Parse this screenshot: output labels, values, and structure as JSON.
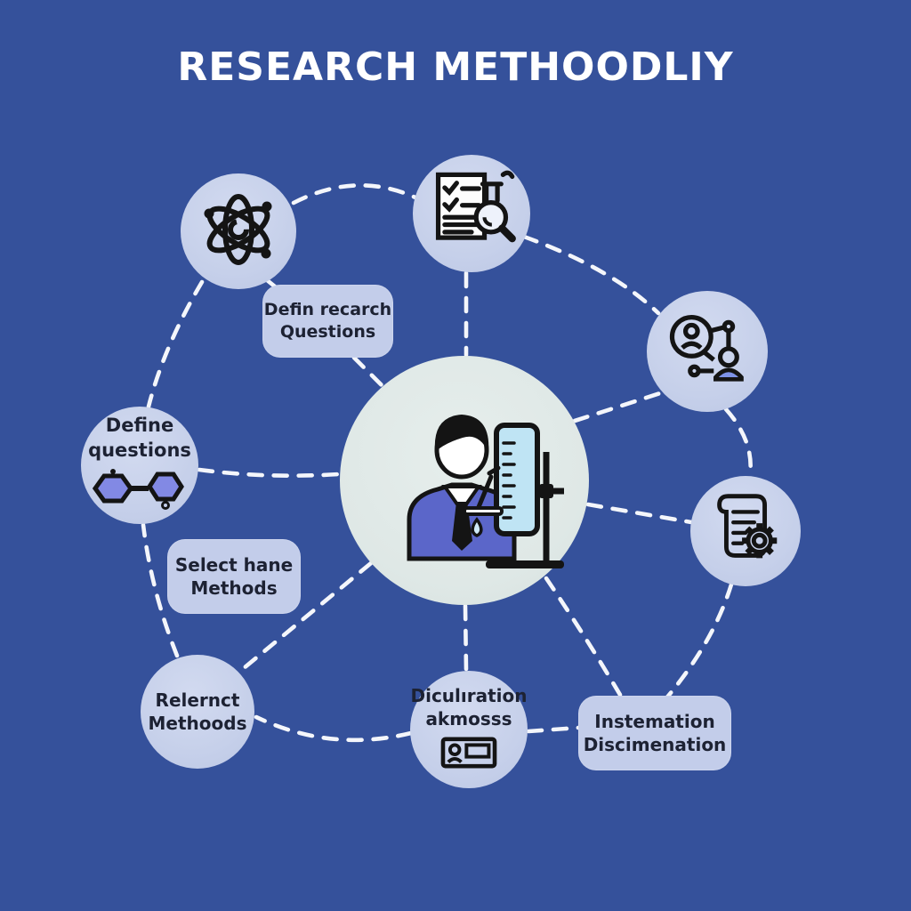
{
  "title": "RESEARCH METHOODLIY",
  "colors": {
    "background": "#35519b",
    "node_fill": "#c6d0ea",
    "hub_fill": "#dfe8e6",
    "label_fill": "#c3cdea",
    "text_dark": "#1d2233",
    "title_color": "#ffffff",
    "dashed_line": "#f4f6fb",
    "hexagon_fill": "#8289e4",
    "person_body_blue": "#7e93e8",
    "sweater_blue": "#5b66c9",
    "cylinder_blue": "#bfe4f4",
    "icon_stroke": "#141414"
  },
  "hub": {
    "icon": "scientist-lab-icon"
  },
  "nodes": {
    "atom": {
      "icon": "atom-icon"
    },
    "research_checklist": {
      "icon": "checklist-flask-icon"
    },
    "collaboration": {
      "icon": "people-network-icon"
    },
    "define_questions": {
      "line1": "Define",
      "line2": "questions",
      "icon": "molecule-hexagons-icon"
    },
    "document_process": {
      "icon": "document-gear-icon"
    },
    "relernct_methods": {
      "line1": "Relernct",
      "line2": "Methoods"
    },
    "diculration": {
      "line1": "Diculıration",
      "line2": "akmosss",
      "icon": "id-card-icon"
    }
  },
  "labels": {
    "define_research": {
      "line1": "Defin recarch",
      "line2": "Questions"
    },
    "select_methods": {
      "line1": "Select hane",
      "line2": "Methods"
    },
    "instemation": {
      "line1": "Instemation",
      "line2": "Discimenation"
    }
  }
}
